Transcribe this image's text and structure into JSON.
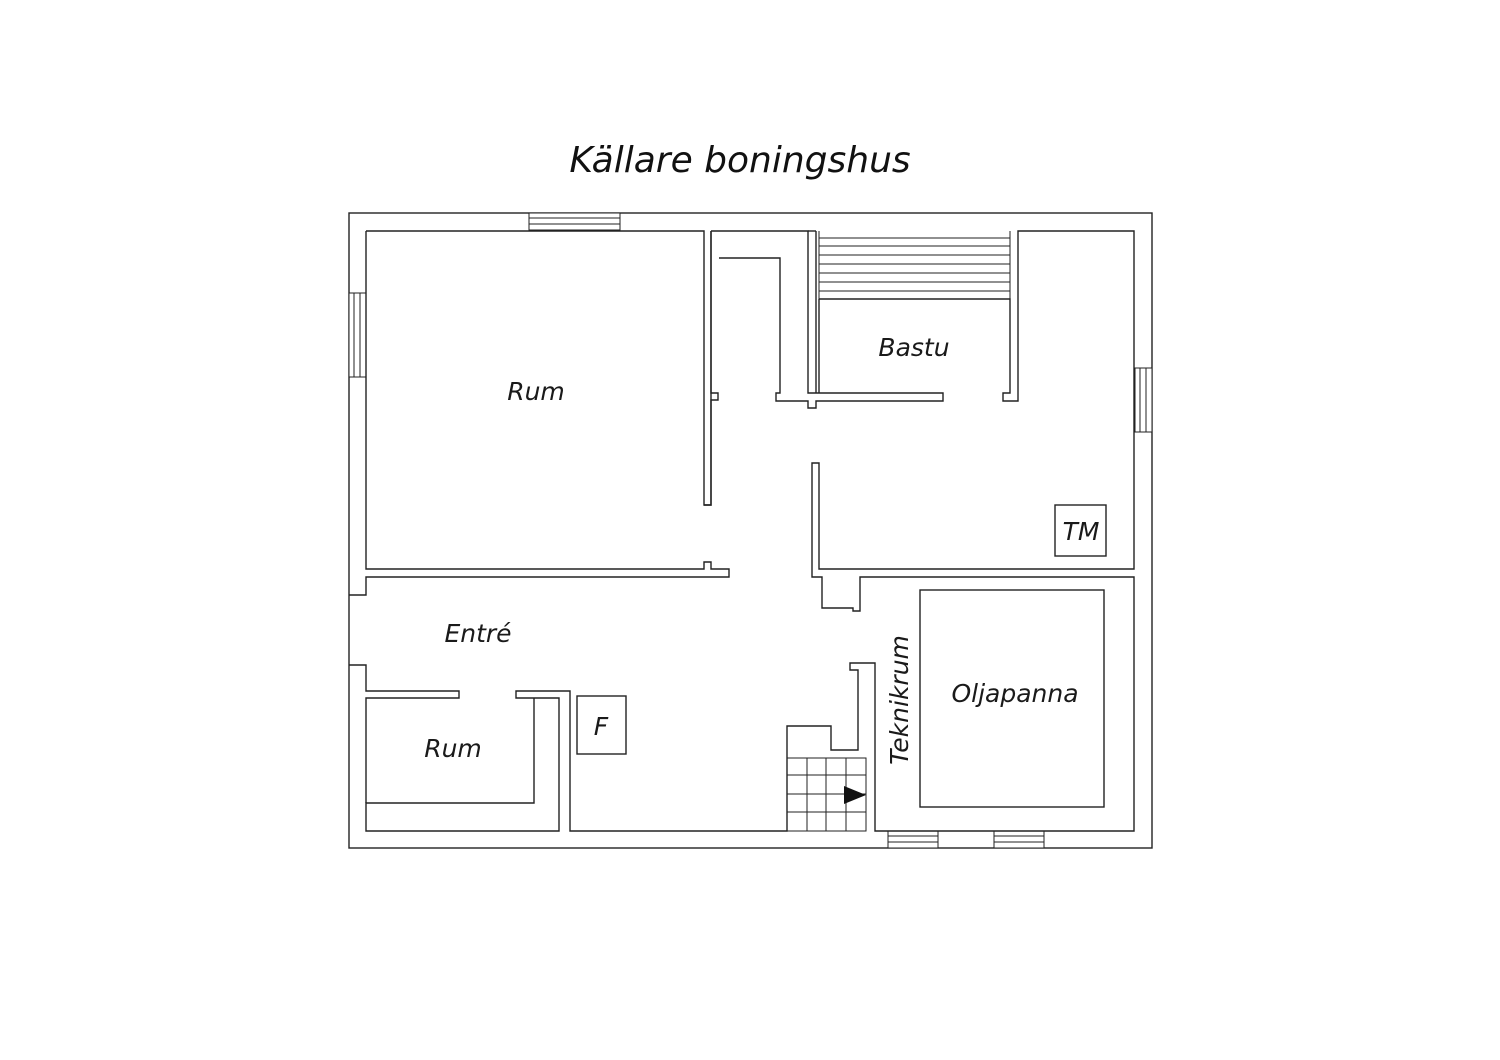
{
  "title": "Källare boningshus",
  "rooms": {
    "rum_large": "Rum",
    "bastu": "Bastu",
    "tm": "TM",
    "entre": "Entré",
    "teknikrum": "Teknikrum",
    "oljapanna": "Oljapanna",
    "rum_small": "Rum",
    "f": "F"
  },
  "colors": {
    "line": "#222222",
    "background": "#ffffff"
  }
}
